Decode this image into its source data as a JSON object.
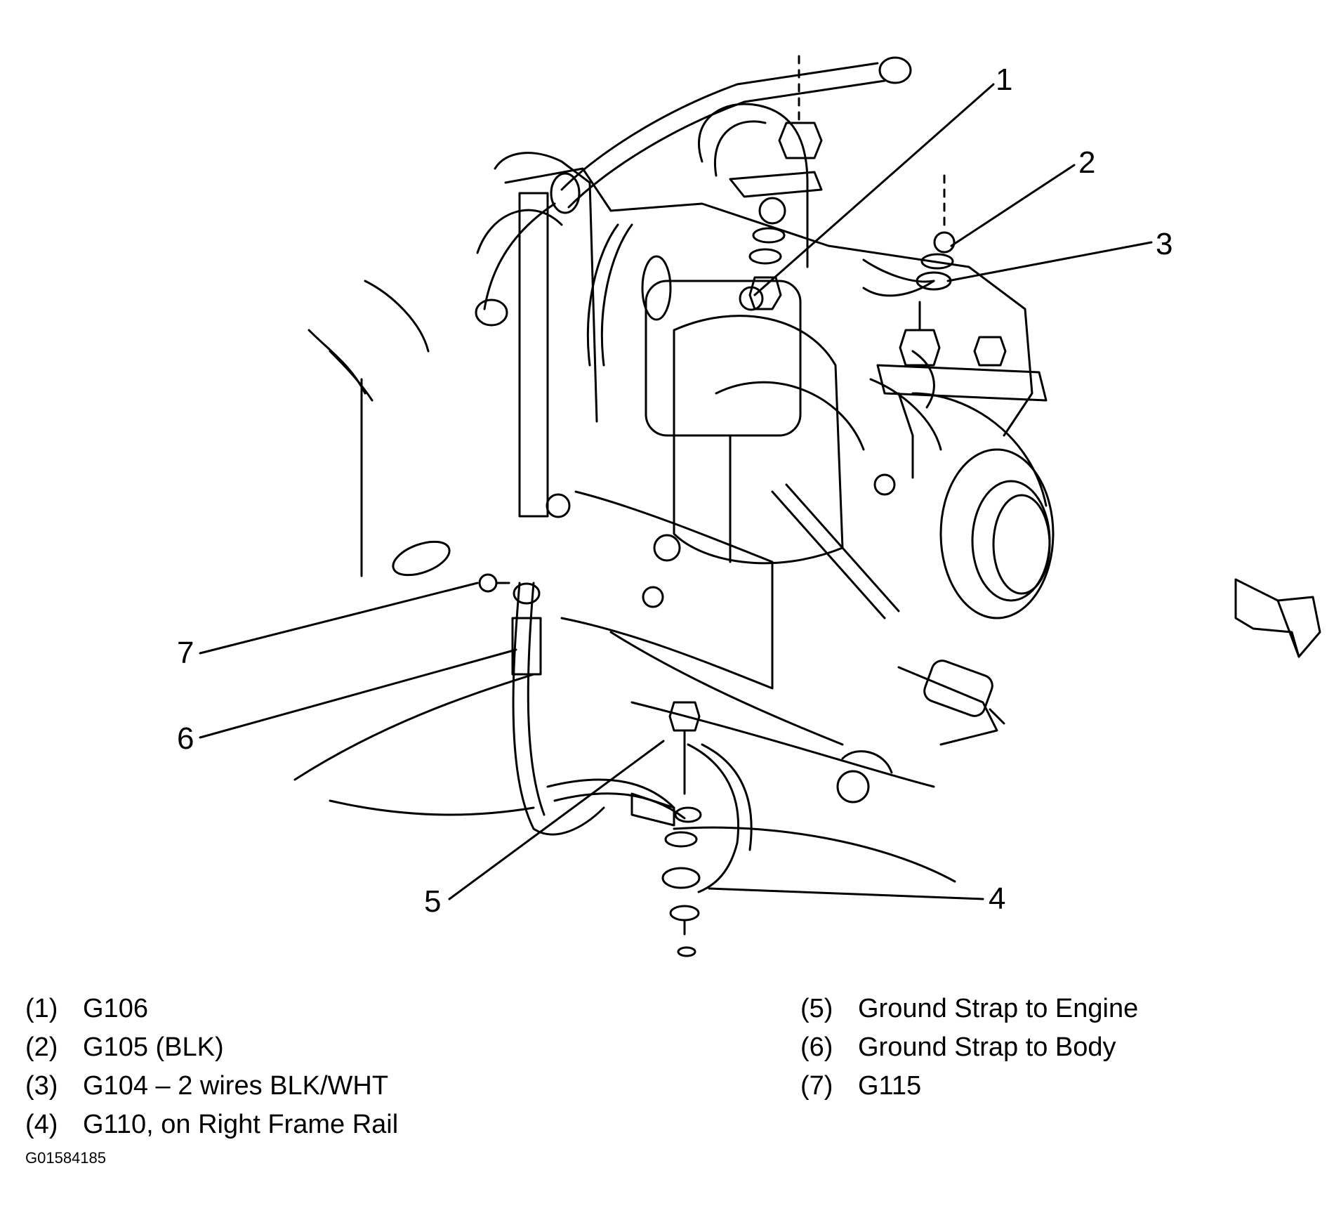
{
  "callouts": [
    "1",
    "2",
    "3",
    "4",
    "5",
    "6",
    "7"
  ],
  "legend": {
    "left": [
      {
        "num": "(1)",
        "text": "G106"
      },
      {
        "num": "(2)",
        "text": "G105 (BLK)"
      },
      {
        "num": "(3)",
        "text": "G104 – 2 wires BLK/WHT"
      },
      {
        "num": "(4)",
        "text": "G110, on Right Frame Rail"
      }
    ],
    "right": [
      {
        "num": "(5)",
        "text": "Ground Strap to Engine"
      },
      {
        "num": "(6)",
        "text": "Ground Strap to Body"
      },
      {
        "num": "(7)",
        "text": "G115"
      }
    ]
  },
  "figure_id": "G01584185",
  "icons": {
    "direction_arrow": "forward-arrow-icon"
  }
}
